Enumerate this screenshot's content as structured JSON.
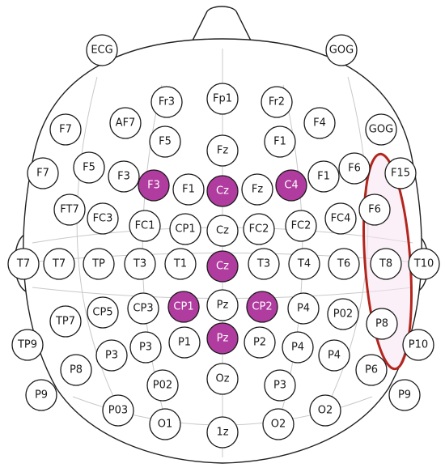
{
  "accent": {
    "highlight": "#b13c9f",
    "region_outline": "#b3261e",
    "region_fill": "#f7e4f1"
  },
  "electrodes": [
    {
      "label": "ECG",
      "hl": false
    },
    {
      "label": "GOG",
      "hl": false
    },
    {
      "label": "Fr3",
      "hl": false
    },
    {
      "label": "Fp1",
      "hl": false
    },
    {
      "label": "Fr2",
      "hl": false
    },
    {
      "label": "AF7",
      "hl": false
    },
    {
      "label": "F4",
      "hl": false
    },
    {
      "label": "F7",
      "hl": false
    },
    {
      "label": "GOG",
      "hl": false
    },
    {
      "label": "F5",
      "hl": false
    },
    {
      "label": "Fz",
      "hl": false
    },
    {
      "label": "F1",
      "hl": false
    },
    {
      "label": "F7",
      "hl": false
    },
    {
      "label": "F5",
      "hl": false
    },
    {
      "label": "F6",
      "hl": false
    },
    {
      "label": "F15",
      "hl": false
    },
    {
      "label": "F3",
      "hl": false
    },
    {
      "label": "F3",
      "hl": true
    },
    {
      "label": "F1",
      "hl": false
    },
    {
      "label": "Cz",
      "hl": true
    },
    {
      "label": "Fz",
      "hl": false
    },
    {
      "label": "C4",
      "hl": true
    },
    {
      "label": "F1",
      "hl": false
    },
    {
      "label": "FT7",
      "hl": false
    },
    {
      "label": "F6",
      "hl": false
    },
    {
      "label": "FC3",
      "hl": false
    },
    {
      "label": "FC4",
      "hl": false
    },
    {
      "label": "FC1",
      "hl": false
    },
    {
      "label": "CP1",
      "hl": false
    },
    {
      "label": "Cz",
      "hl": false
    },
    {
      "label": "FC2",
      "hl": false
    },
    {
      "label": "FC2",
      "hl": false
    },
    {
      "label": "T7",
      "hl": false
    },
    {
      "label": "T7",
      "hl": false
    },
    {
      "label": "TP",
      "hl": false
    },
    {
      "label": "T3",
      "hl": false
    },
    {
      "label": "T1",
      "hl": false
    },
    {
      "label": "Cz",
      "hl": true
    },
    {
      "label": "T3",
      "hl": false
    },
    {
      "label": "T4",
      "hl": false
    },
    {
      "label": "T6",
      "hl": false
    },
    {
      "label": "T8",
      "hl": false
    },
    {
      "label": "T10",
      "hl": false
    },
    {
      "label": "CP5",
      "hl": false
    },
    {
      "label": "CP3",
      "hl": false
    },
    {
      "label": "CP1",
      "hl": true
    },
    {
      "label": "Pz",
      "hl": false
    },
    {
      "label": "CP2",
      "hl": true
    },
    {
      "label": "P4",
      "hl": false
    },
    {
      "label": "P02",
      "hl": false
    },
    {
      "label": "TP7",
      "hl": false
    },
    {
      "label": "P8",
      "hl": false
    },
    {
      "label": "TP9",
      "hl": false
    },
    {
      "label": "P3",
      "hl": false
    },
    {
      "label": "P3",
      "hl": false
    },
    {
      "label": "P1",
      "hl": false
    },
    {
      "label": "Pz",
      "hl": true
    },
    {
      "label": "P2",
      "hl": false
    },
    {
      "label": "P4",
      "hl": false
    },
    {
      "label": "P4",
      "hl": false
    },
    {
      "label": "P10",
      "hl": false
    },
    {
      "label": "P8",
      "hl": false
    },
    {
      "label": "P6",
      "hl": false
    },
    {
      "label": "P02",
      "hl": false
    },
    {
      "label": "Oz",
      "hl": false
    },
    {
      "label": "P3",
      "hl": false
    },
    {
      "label": "P9",
      "hl": false
    },
    {
      "label": "P9",
      "hl": false
    },
    {
      "label": "P03",
      "hl": false
    },
    {
      "label": "O2",
      "hl": false
    },
    {
      "label": "O1",
      "hl": false
    },
    {
      "label": "1z",
      "hl": false
    },
    {
      "label": "O2",
      "hl": false
    }
  ]
}
